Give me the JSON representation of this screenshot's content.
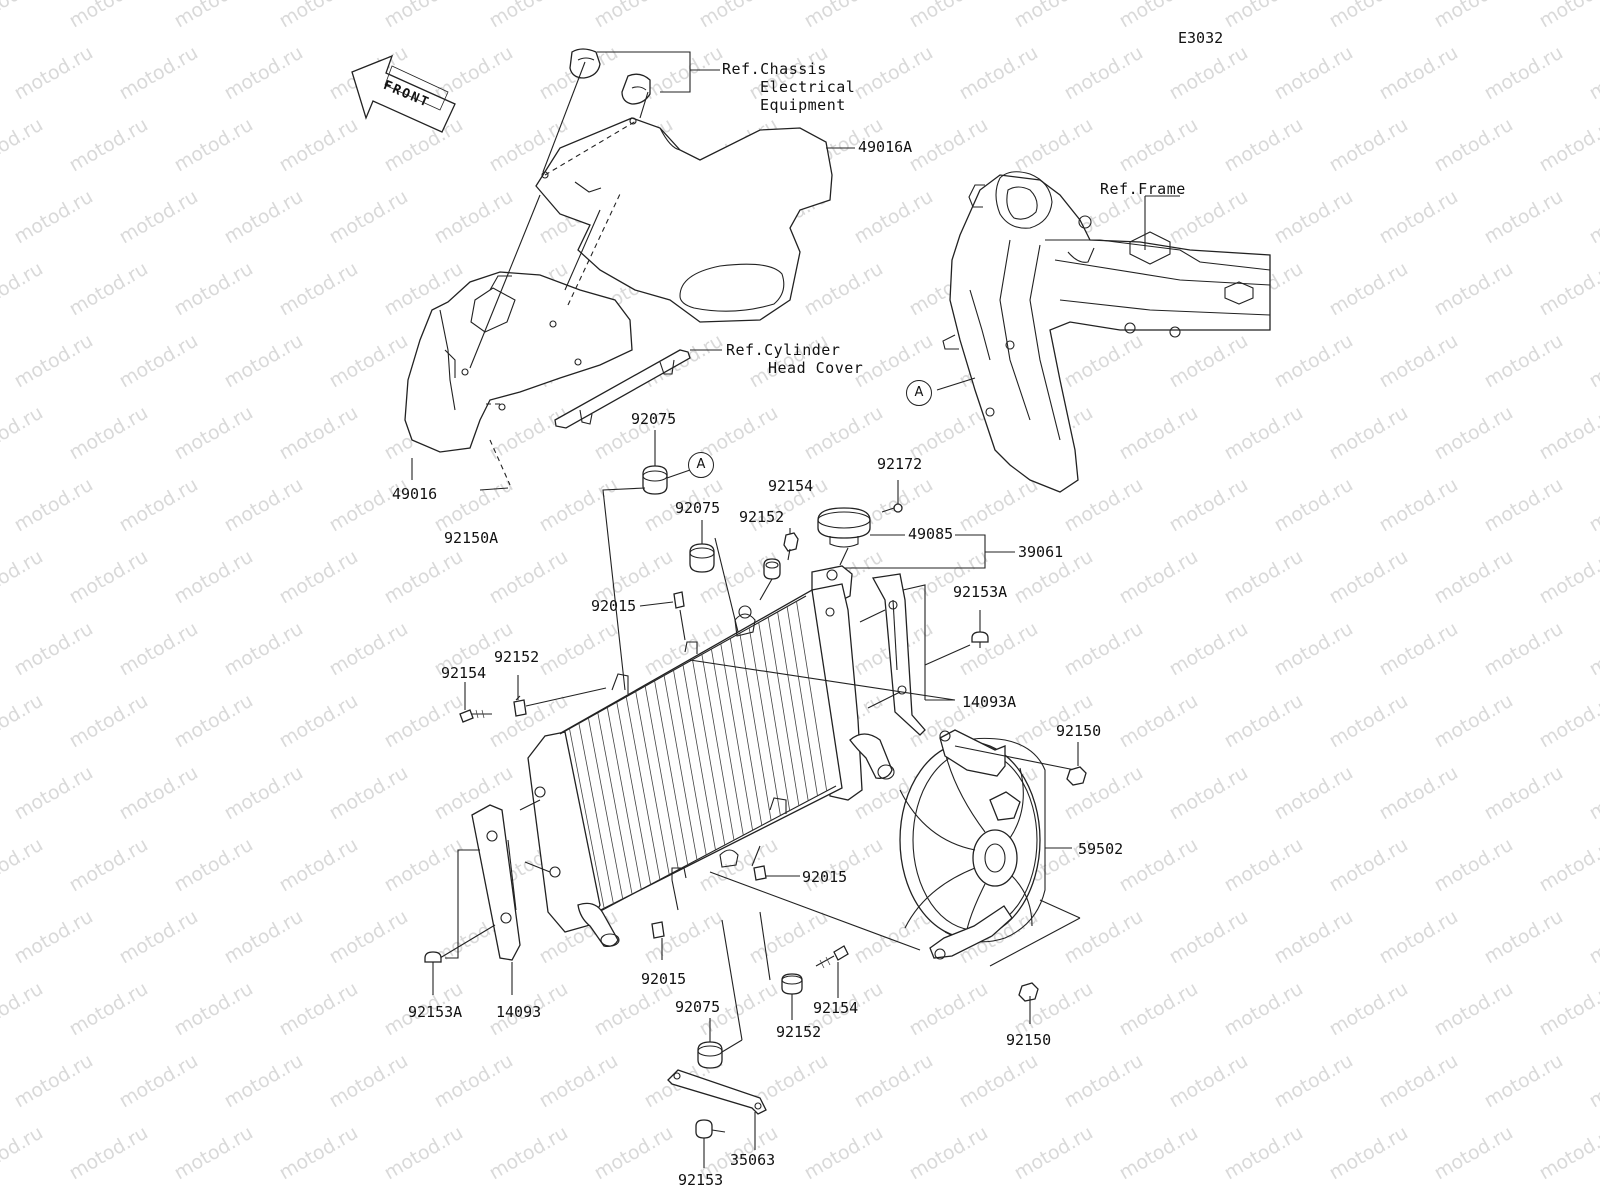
{
  "diagram_code": "E3032",
  "watermark_text": "motod.ru",
  "front_arrow_text": "FRONT",
  "refs": {
    "chassis_electrical": [
      "Ref.Chassis",
      "Electrical",
      "Equipment"
    ],
    "cylinder_head_cover": [
      "Ref.Cylinder",
      "Head Cover"
    ],
    "frame": "Ref.Frame"
  },
  "circle_marker": "A",
  "parts": {
    "p49016A": "49016A",
    "p49016": "49016",
    "p92150A": "92150A",
    "p92075_top": "92075",
    "p92075_mid": "92075",
    "p92075_bottom": "92075",
    "p92154_top": "92154",
    "p92154_left": "92154",
    "p92154_bottom": "92154",
    "p92172": "92172",
    "p92152_top": "92152",
    "p92152_left": "92152",
    "p92152_bottom": "92152",
    "p49085": "49085",
    "p39061": "39061",
    "p92015_top": "92015",
    "p92015_right": "92015",
    "p92015_bottom": "92015",
    "p92153A_right": "92153A",
    "p92153A_left": "92153A",
    "p14093A": "14093A",
    "p14093": "14093",
    "p92150_top": "92150",
    "p92150_bottom": "92150",
    "p59502": "59502",
    "p35063": "35063",
    "p92153": "92153"
  }
}
